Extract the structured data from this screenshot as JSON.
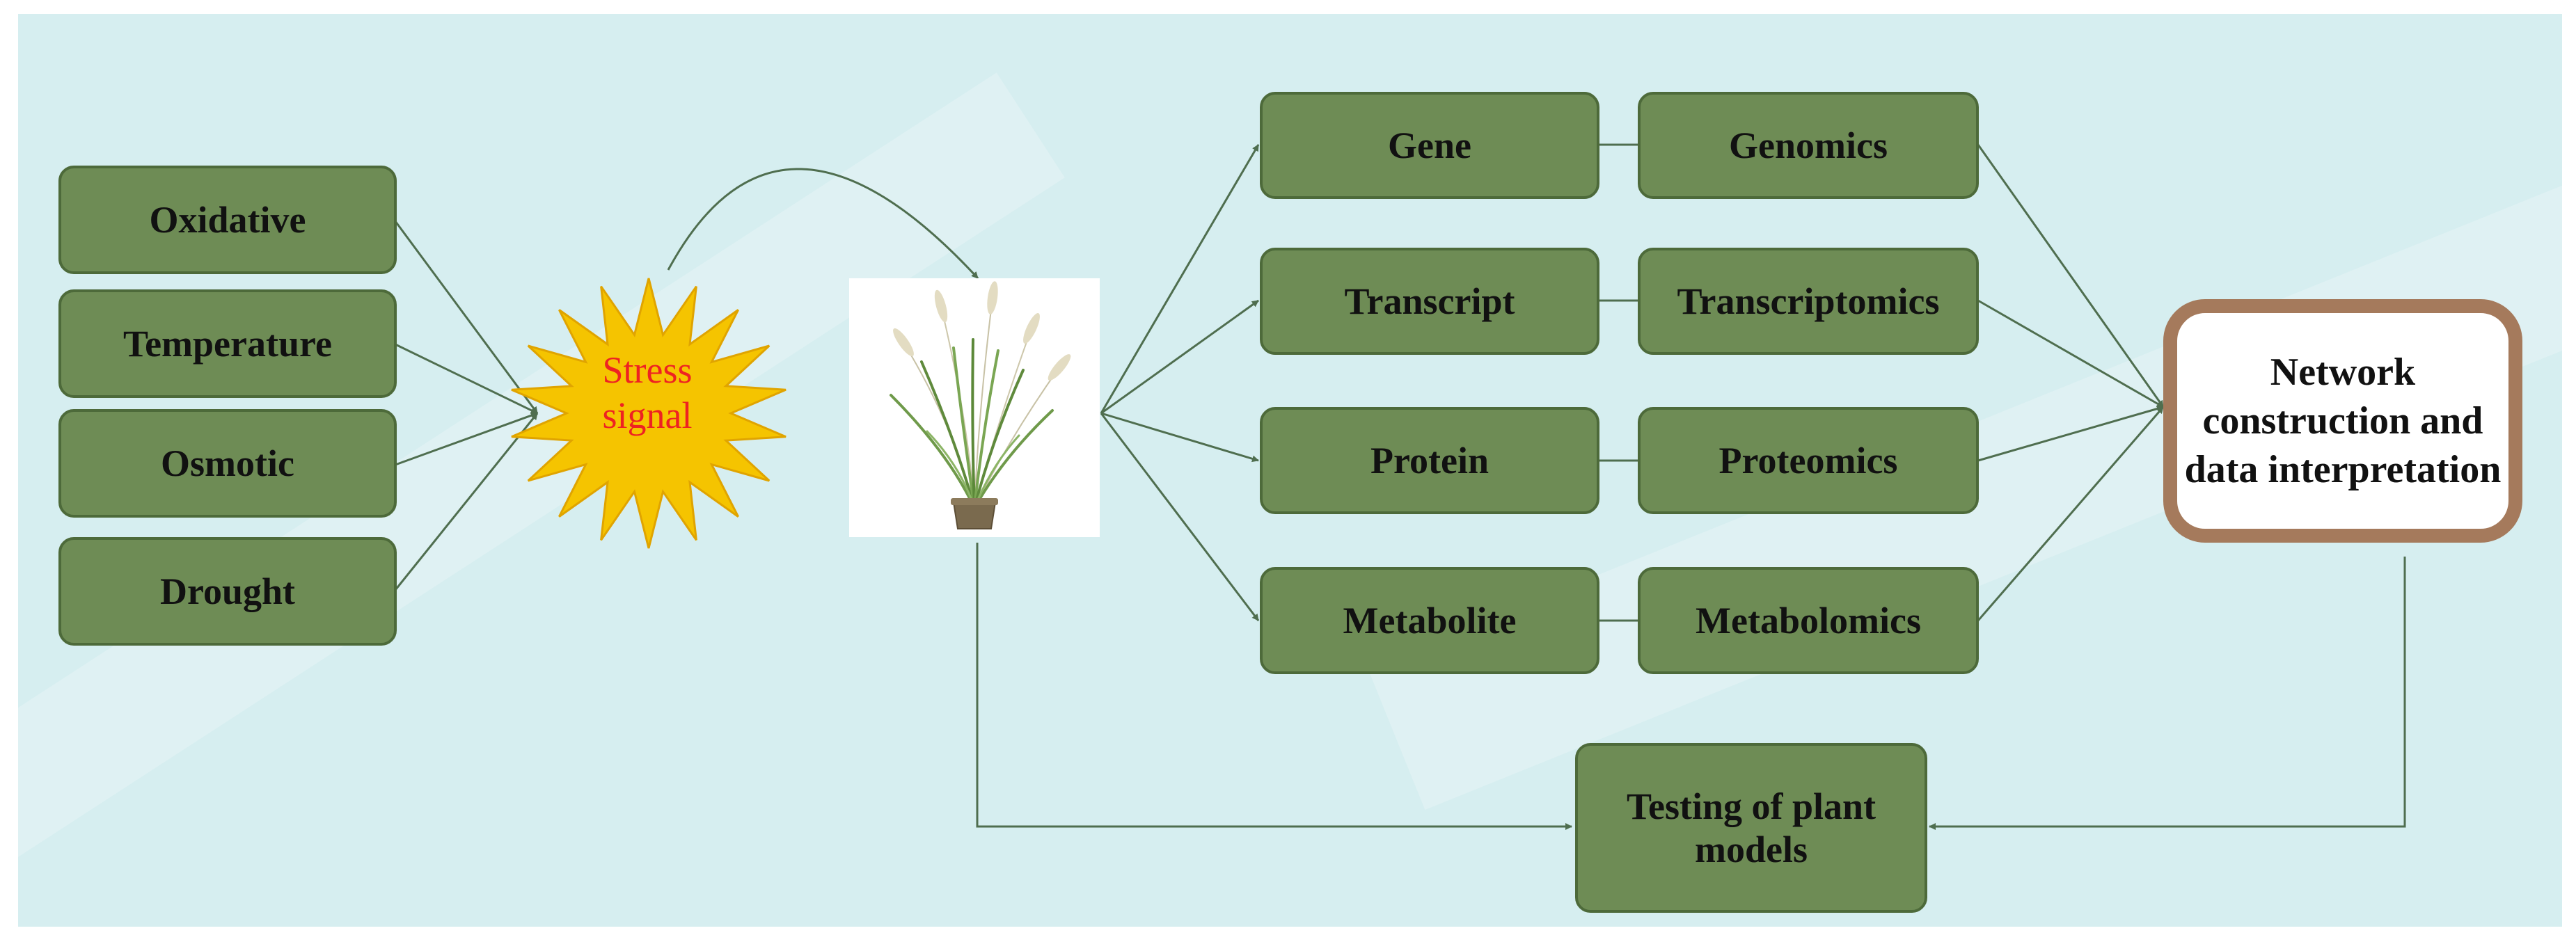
{
  "diagram": {
    "stresses": [
      "Oxidative",
      "Temperature",
      "Osmotic",
      "Drought"
    ],
    "signal": {
      "line1": "Stress",
      "line2": "signal"
    },
    "molecules": [
      "Gene",
      "Transcript",
      "Protein",
      "Metabolite"
    ],
    "omics": [
      "Genomics",
      "Transcriptomics",
      "Proteomics",
      "Metabolomics"
    ],
    "network": {
      "line1": "Network",
      "line2": "construction and",
      "line3": "data interpretation"
    },
    "testing": {
      "line1": "Testing of plant",
      "line2": "models"
    }
  },
  "colors": {
    "background": "#d6eef0",
    "box_fill": "#6e8c55",
    "box_border": "#4d6a3a",
    "network_border": "#a57a5c",
    "signal_fill": "#f5c400",
    "signal_text": "#ee2222",
    "arrow": "#4f6e4f"
  },
  "icons": {
    "signal": "starburst-icon",
    "plant": "grass-plant-icon"
  }
}
